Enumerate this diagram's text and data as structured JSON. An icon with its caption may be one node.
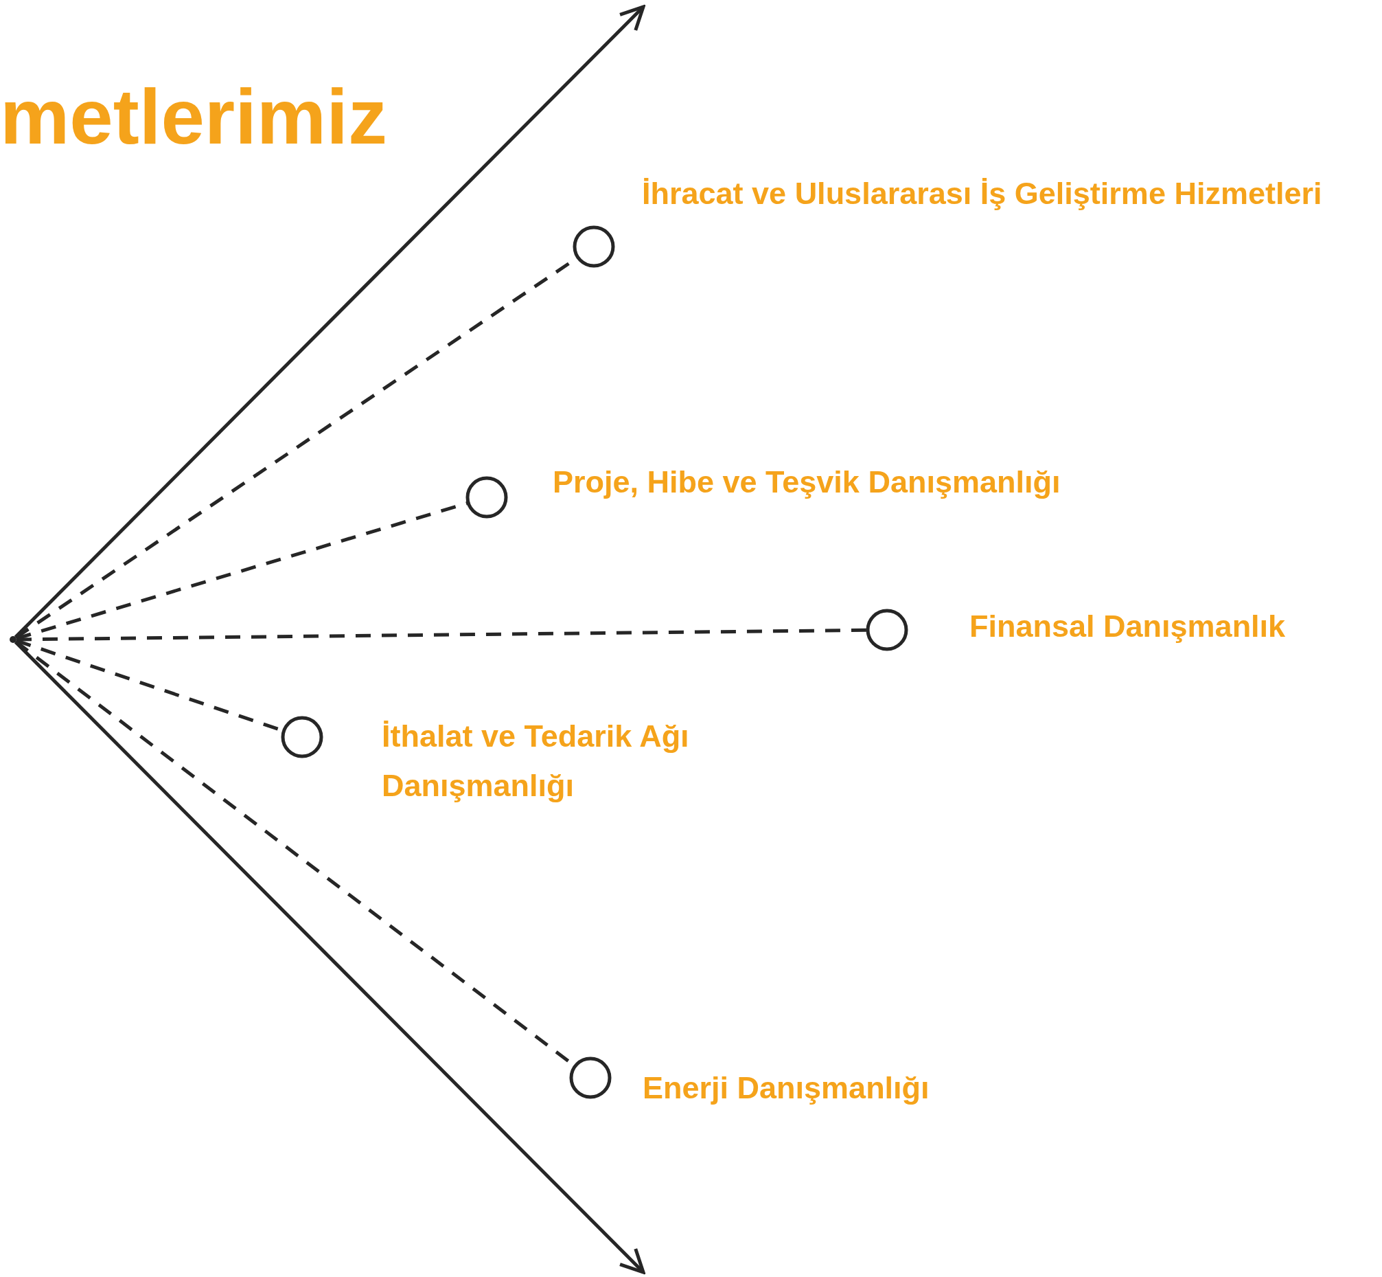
{
  "diagram": {
    "title": "metlerimiz",
    "nodes": [
      {
        "text": [],
        "shape": "point"
      },
      {
        "text": [],
        "shape": "circle",
        "beside": [
          "İhracat ve Uluslararası İş Geliştirme Hizmetleri"
        ]
      },
      {
        "text": [],
        "shape": "circle",
        "beside": [
          "Proje, Hibe ve Teşvik Danışmanlığı"
        ]
      },
      {
        "text": [],
        "shape": "circle",
        "beside": [
          "Finansal Danışmanlık"
        ]
      },
      {
        "text": [],
        "shape": "circle",
        "beside": [
          "İthalat ve Tedarik Ağı Danışmanlığı"
        ]
      },
      {
        "text": [],
        "shape": "circle",
        "beside": [
          "Enerji Danışmanlığı"
        ]
      }
    ],
    "edges": [
      {
        "from": 0,
        "to": null,
        "arrow": "to"
      },
      {
        "from": 0,
        "to": null,
        "arrow": "to"
      },
      {
        "from": 0,
        "to": 1,
        "arrow": "none",
        "style": "dashed"
      },
      {
        "from": 0,
        "to": 2,
        "arrow": "none",
        "style": "dashed"
      },
      {
        "from": 0,
        "to": 3,
        "arrow": "none",
        "style": "dashed"
      },
      {
        "from": 0,
        "to": 4,
        "arrow": "none",
        "style": "dashed"
      },
      {
        "from": 0,
        "to": 5,
        "arrow": "none",
        "style": "dashed"
      }
    ]
  }
}
